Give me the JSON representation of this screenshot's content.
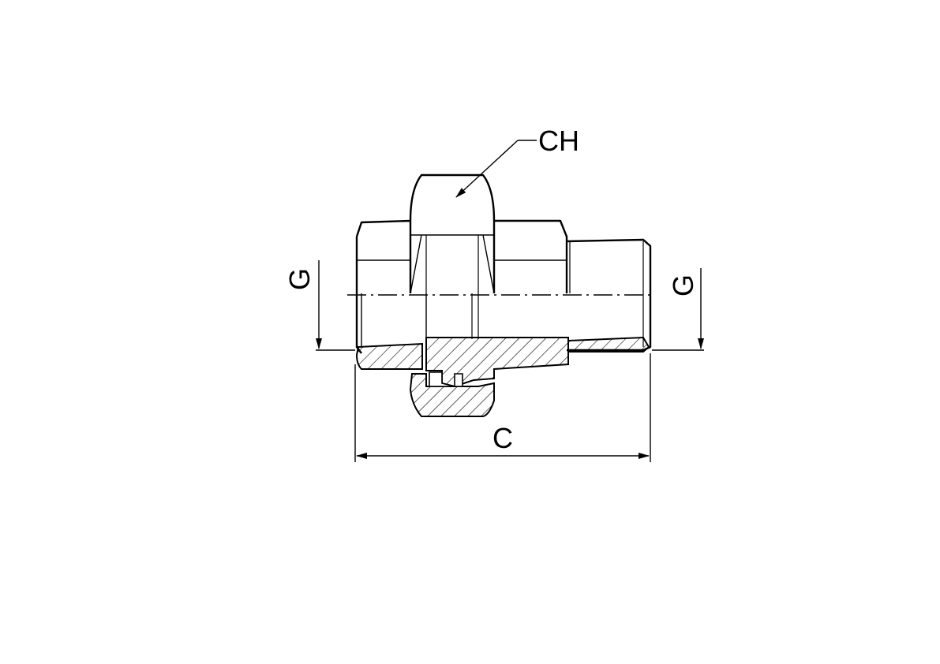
{
  "labels": {
    "hex_size": "CH",
    "thread_left": "G",
    "thread_right": "G",
    "overall_length": "C"
  },
  "colors": {
    "line": "#000000",
    "background": "#ffffff"
  }
}
